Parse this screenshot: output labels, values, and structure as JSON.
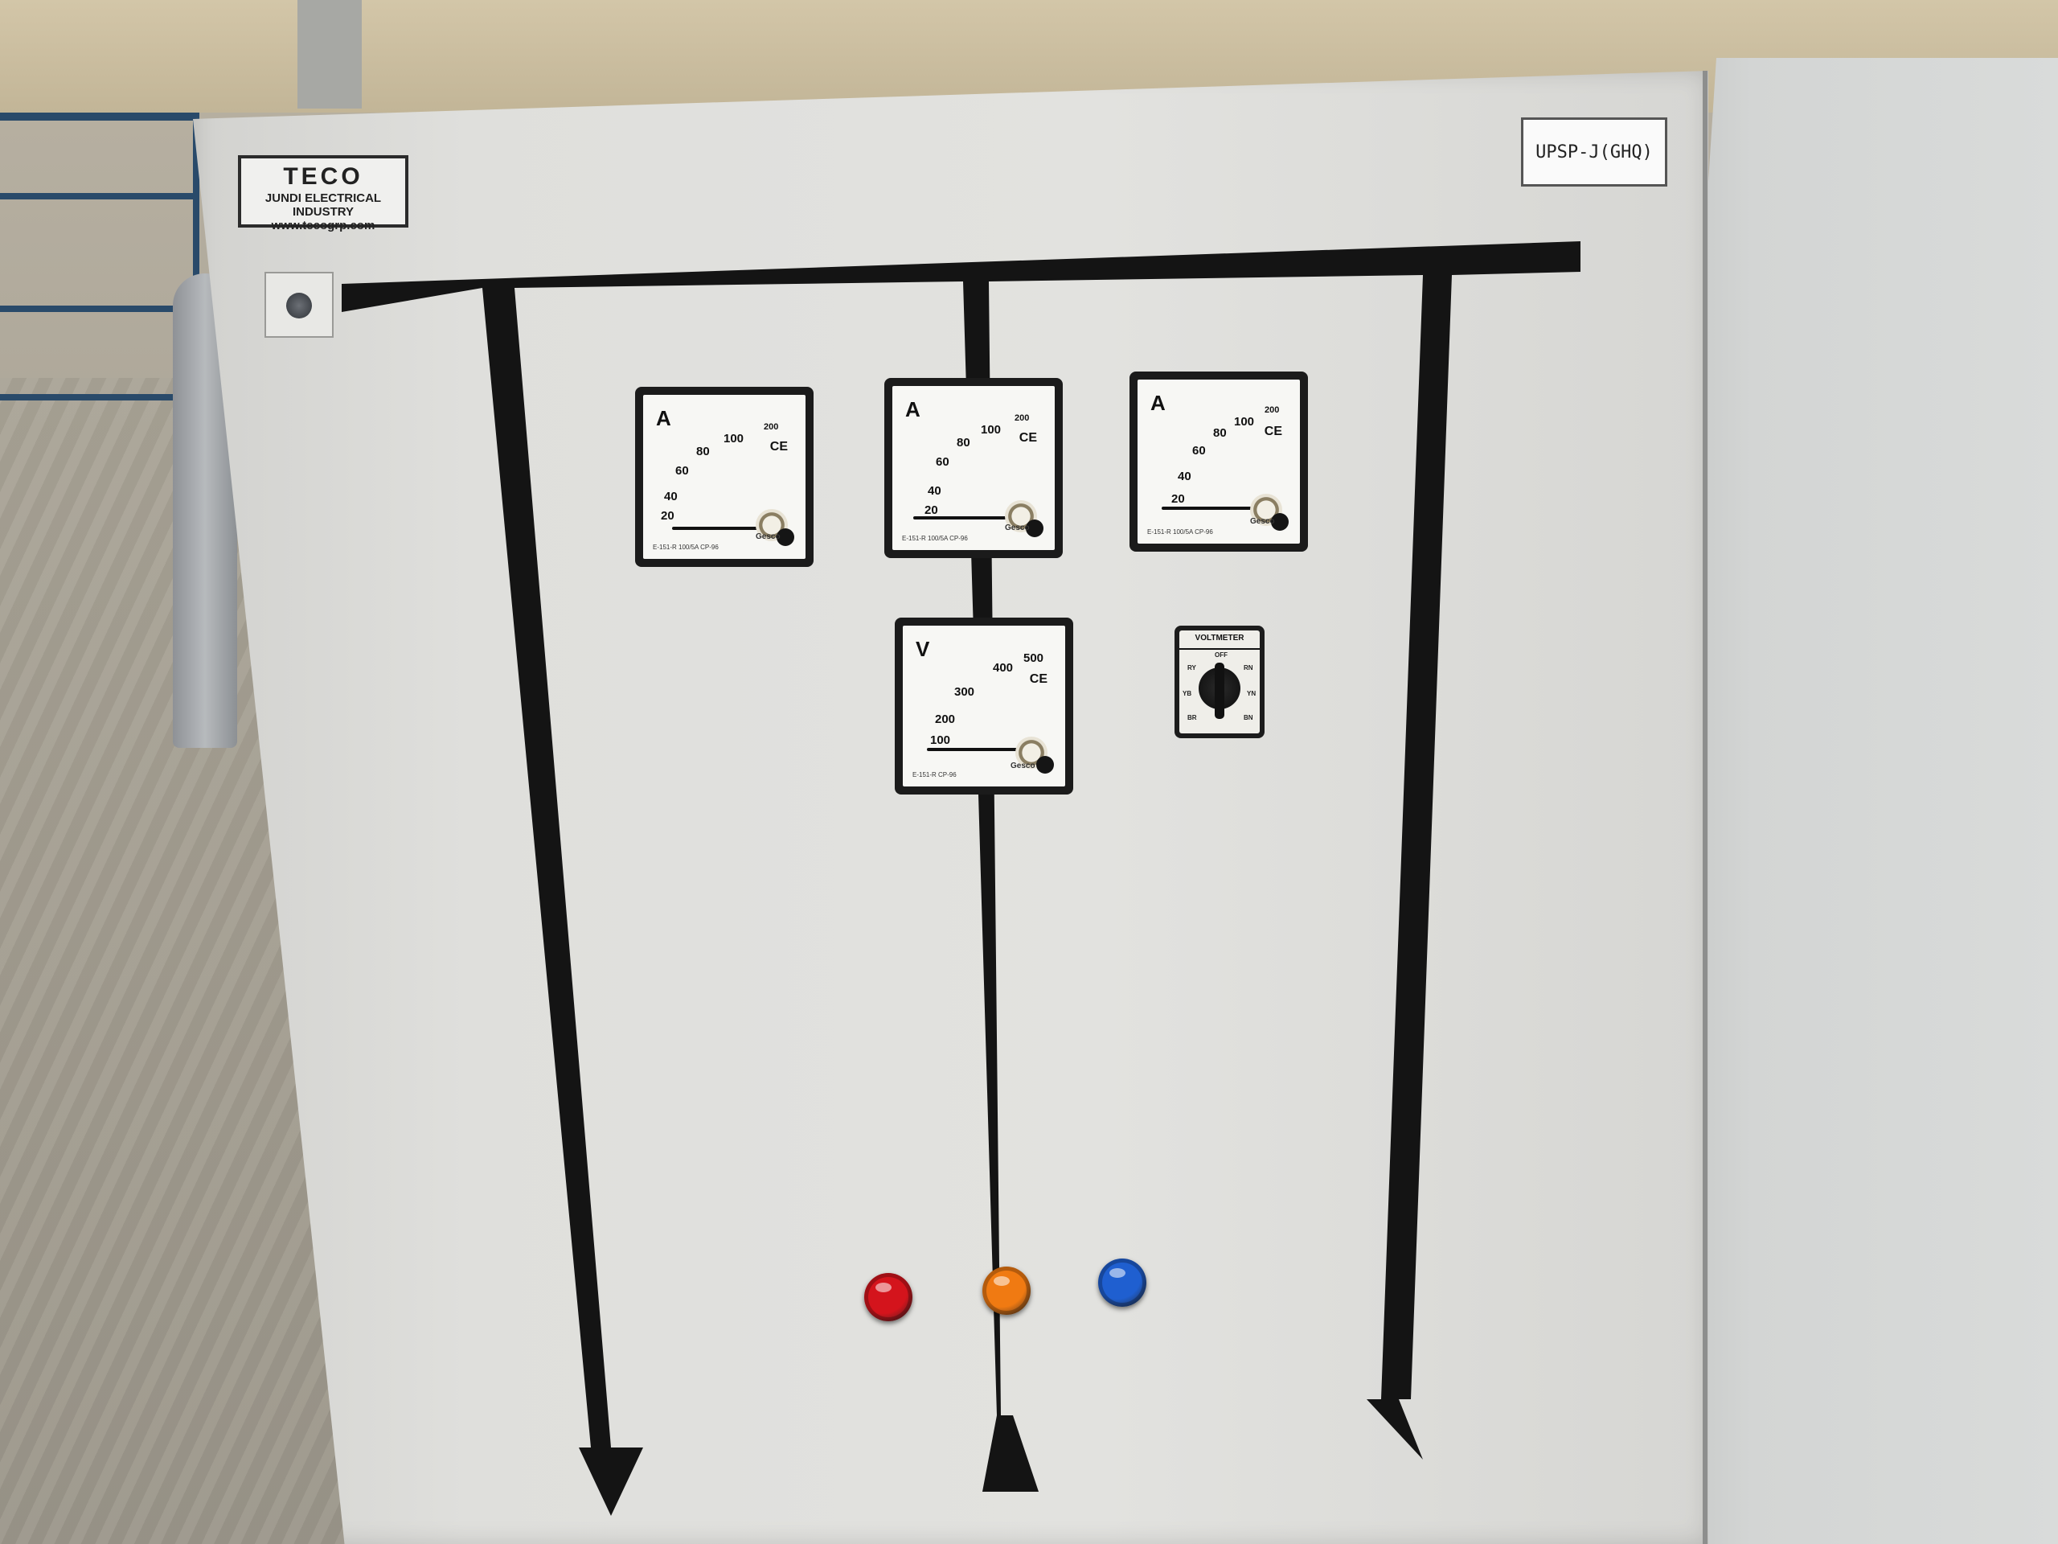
{
  "brand_plate": {
    "brand": "TECO",
    "company": "JUNDI ELECTRICAL INDUSTRY",
    "website": "www.tecogrp.com"
  },
  "name_plate": {
    "text": "UPSP-J(GHQ)"
  },
  "ammeters": [
    {
      "unit": "A",
      "ce": "CE",
      "scale": [
        "20",
        "40",
        "60",
        "80",
        "100",
        "200"
      ],
      "print": "E-151-R   100/5A   CP-96",
      "brand": "Gesco"
    },
    {
      "unit": "A",
      "ce": "CE",
      "scale": [
        "20",
        "40",
        "60",
        "80",
        "100",
        "200"
      ],
      "print": "E-151-R   100/5A   CP-96",
      "brand": "Gesco"
    },
    {
      "unit": "A",
      "ce": "CE",
      "scale": [
        "20",
        "40",
        "60",
        "80",
        "100",
        "200"
      ],
      "print": "E-151-R   100/5A   CP-96",
      "brand": "Gesco"
    }
  ],
  "voltmeter": {
    "unit": "V",
    "ce": "CE",
    "scale": [
      "100",
      "200",
      "300",
      "400",
      "500"
    ],
    "print": "E-151-R   CP-96",
    "brand": "Gesco"
  },
  "selector_switch": {
    "title": "VOLTMETER",
    "positions": [
      "OFF",
      "RY",
      "YB",
      "BR",
      "RN",
      "YN",
      "BN"
    ]
  },
  "indicator_lamps": [
    {
      "name": "red",
      "color": "#d4141c"
    },
    {
      "name": "amber",
      "color": "#f07a12"
    },
    {
      "name": "blue",
      "color": "#1f5fd0"
    }
  ],
  "colors": {
    "cabinet": "#dededb",
    "busbar": "#141414"
  }
}
